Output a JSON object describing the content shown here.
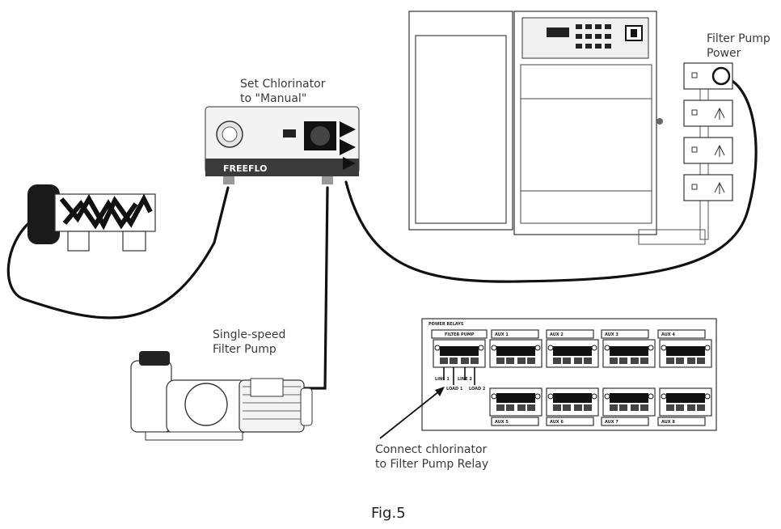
{
  "labels": {
    "filter_pump_power_line1": "Filter Pump",
    "filter_pump_power_line2": "Power",
    "set_chlorinator_line1": "Set Chlorinator",
    "set_chlorinator_line2": "to \"Manual\"",
    "single_speed_line1": "Single-speed",
    "single_speed_line2": "Filter Pump",
    "connect_line1": "Connect chlorinator",
    "connect_line2": "to Filter Pump Relay",
    "caption": "Fig.5"
  },
  "chlorinator": {
    "brand": "FREEFLO"
  },
  "relay_panel": {
    "title": "POWER RELAYS",
    "top_relays": [
      "FILTER PUMP",
      "AUX 1",
      "AUX 2",
      "AUX 3",
      "AUX 4"
    ],
    "bottom_relays": [
      "AUX 5",
      "AUX 6",
      "AUX 7",
      "AUX 8"
    ],
    "terminals_top": [
      "LINE 1",
      "LINE 2"
    ],
    "terminals_bottom": [
      "LOAD 1",
      "LOAD 2"
    ]
  }
}
